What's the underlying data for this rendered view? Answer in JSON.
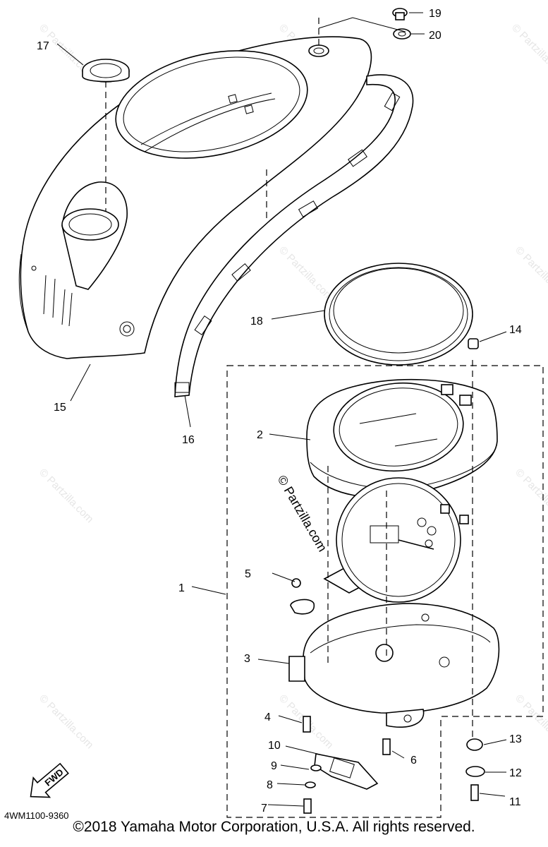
{
  "diagram_code": "4WM1100-9360",
  "copyright": "©2018 Yamaha Motor Corporation, U.S.A. All rights reserved.",
  "watermark_center": "© Partzilla.com",
  "watermark_tile": "© Partzilla.com",
  "fwd_label": "FWD",
  "callouts": [
    "1",
    "2",
    "3",
    "4",
    "5",
    "6",
    "7",
    "8",
    "9",
    "10",
    "11",
    "12",
    "13",
    "14",
    "15",
    "16",
    "17",
    "18",
    "19",
    "20"
  ]
}
